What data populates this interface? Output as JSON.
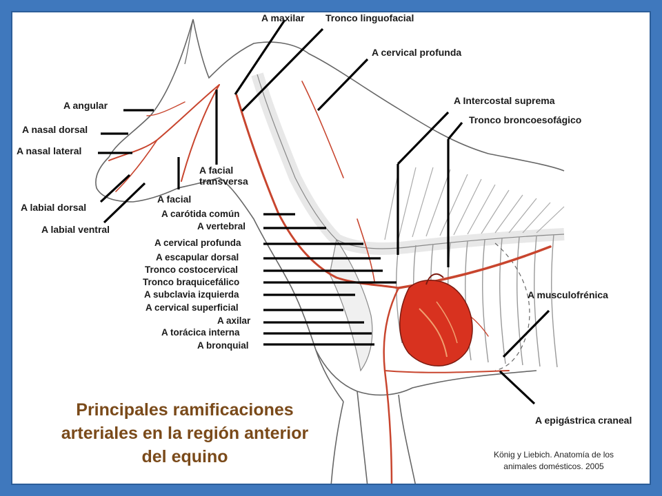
{
  "labels": {
    "maxilar": "A maxilar",
    "linguofacial": "Tronco linguofacial",
    "cervical_profunda_top": "A cervical profunda",
    "intercostal": "A  Intercostal suprema",
    "broncoesofagico": "Tronco broncoesofágico",
    "angular": "A angular",
    "nasal_dorsal": "A nasal dorsal",
    "nasal_lateral": "A nasal lateral",
    "labial_dorsal": "A labial dorsal",
    "labial_ventral": "A labial ventral",
    "facial_transversa_1": "A facial",
    "facial_transversa_2": "transversa",
    "facial": "A facial",
    "carotida": "A carótida común",
    "vertebral": "A vertebral",
    "cervical_profunda": "A cervical profunda",
    "escapular_dorsal": "A escapular dorsal",
    "costocervical": "Tronco costocervical",
    "braquicefalico": "Tronco braquicefálico",
    "subclavia": "A subclavia izquierda",
    "cervical_superficial": "A cervical superficial",
    "axilar": "A axilar",
    "toracica_interna": "A torácica interna",
    "bronquial": "A bronquial",
    "musculofrenica": "A musculofrénica",
    "epigastrica": "A epigástrica craneal"
  },
  "title": {
    "line1": "Principales ramificaciones",
    "line2": "arteriales en la región anterior",
    "line3": "del equino"
  },
  "credit": {
    "line1": "König y Liebich. Anatomía de los",
    "line2": "animales domésticos. 2005"
  },
  "colors": {
    "frame": "#3f78bd",
    "artery": "#c8452e",
    "title": "#7a4a1a",
    "heart": "#d8321f"
  }
}
